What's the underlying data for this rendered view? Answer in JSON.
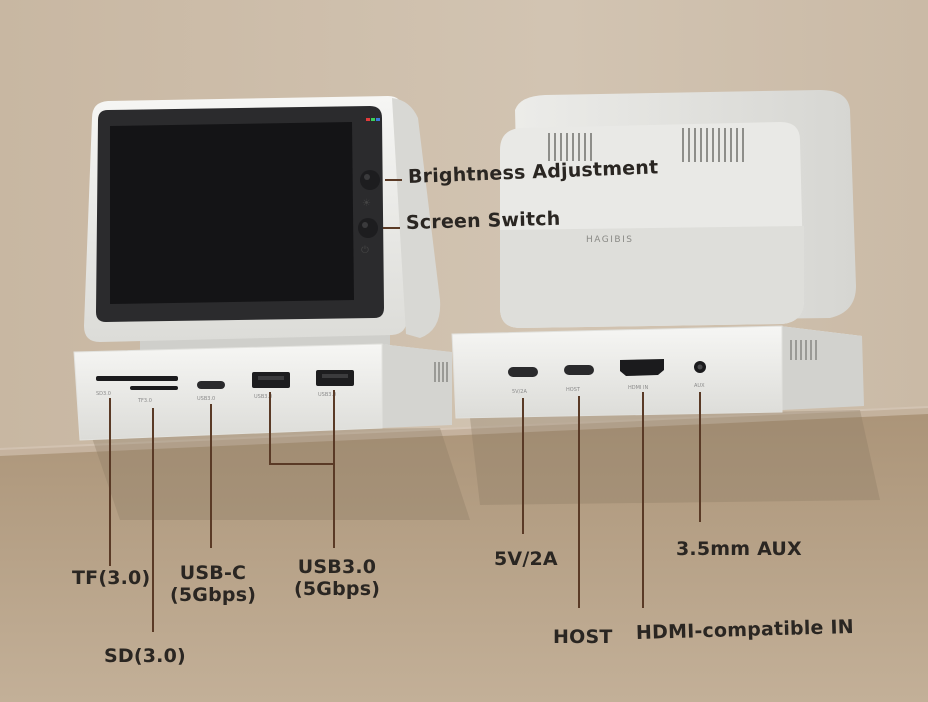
{
  "callouts": {
    "brightness": "Brightness Adjustment",
    "screen_switch": "Screen Switch",
    "tf": "TF(3.0)",
    "sd": "SD(3.0)",
    "usbc_line1": "USB-C",
    "usbc_line2": "(5Gbps)",
    "usb3_line1": "USB3.0",
    "usb3_line2": "(5Gbps)",
    "power": "5V/2A",
    "host": "HOST",
    "hdmi": "HDMI-compatible IN",
    "aux": "3.5mm AUX"
  },
  "device": {
    "brand": "HAGIBIS",
    "front_port_labels": [
      "SD3.0",
      "TF3.0",
      "USB3.0",
      "USB3.0",
      "USB3.0"
    ],
    "back_port_labels": [
      "5V/2A",
      "HOST",
      "HDMI IN",
      "AUX"
    ]
  },
  "colors": {
    "wall": "#cdbda9",
    "shelf": "#b39e84",
    "device_body": "#eeeeec",
    "screen": "#1c1c1e",
    "callout_text": "#2a2622"
  }
}
